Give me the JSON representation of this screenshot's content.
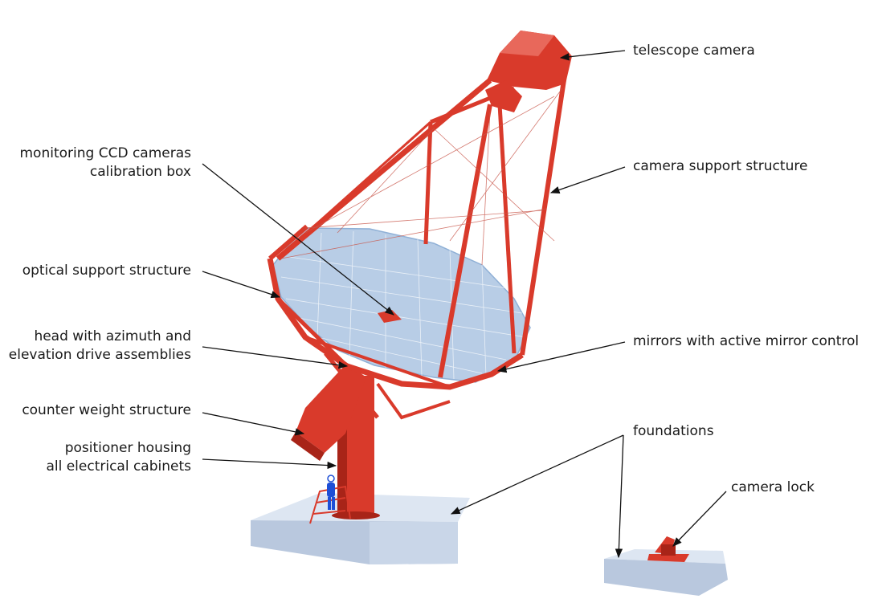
{
  "labels": {
    "telescope_camera": "telescope camera",
    "monitoring_line1": "monitoring CCD cameras",
    "monitoring_line2": "calibration box",
    "camera_support": "camera support structure",
    "optical_support": "optical support structure",
    "head_line1": "head with azimuth and",
    "head_line2": "elevation drive assemblies",
    "mirrors": "mirrors with active mirror control",
    "counter_weight": "counter weight structure",
    "positioner_line1": "positioner housing",
    "positioner_line2": "all electrical cabinets",
    "foundations": "foundations",
    "camera_lock": "camera lock"
  },
  "colors": {
    "structure": "#d93a2b",
    "structure_dark": "#a82418",
    "mirror": "#b8cde6",
    "mirror_edge": "#8fb0d6",
    "foundation_top": "#dde6f2",
    "foundation_side": "#b9c8de",
    "arrow": "#111111",
    "figure": "#1e4fd6"
  }
}
